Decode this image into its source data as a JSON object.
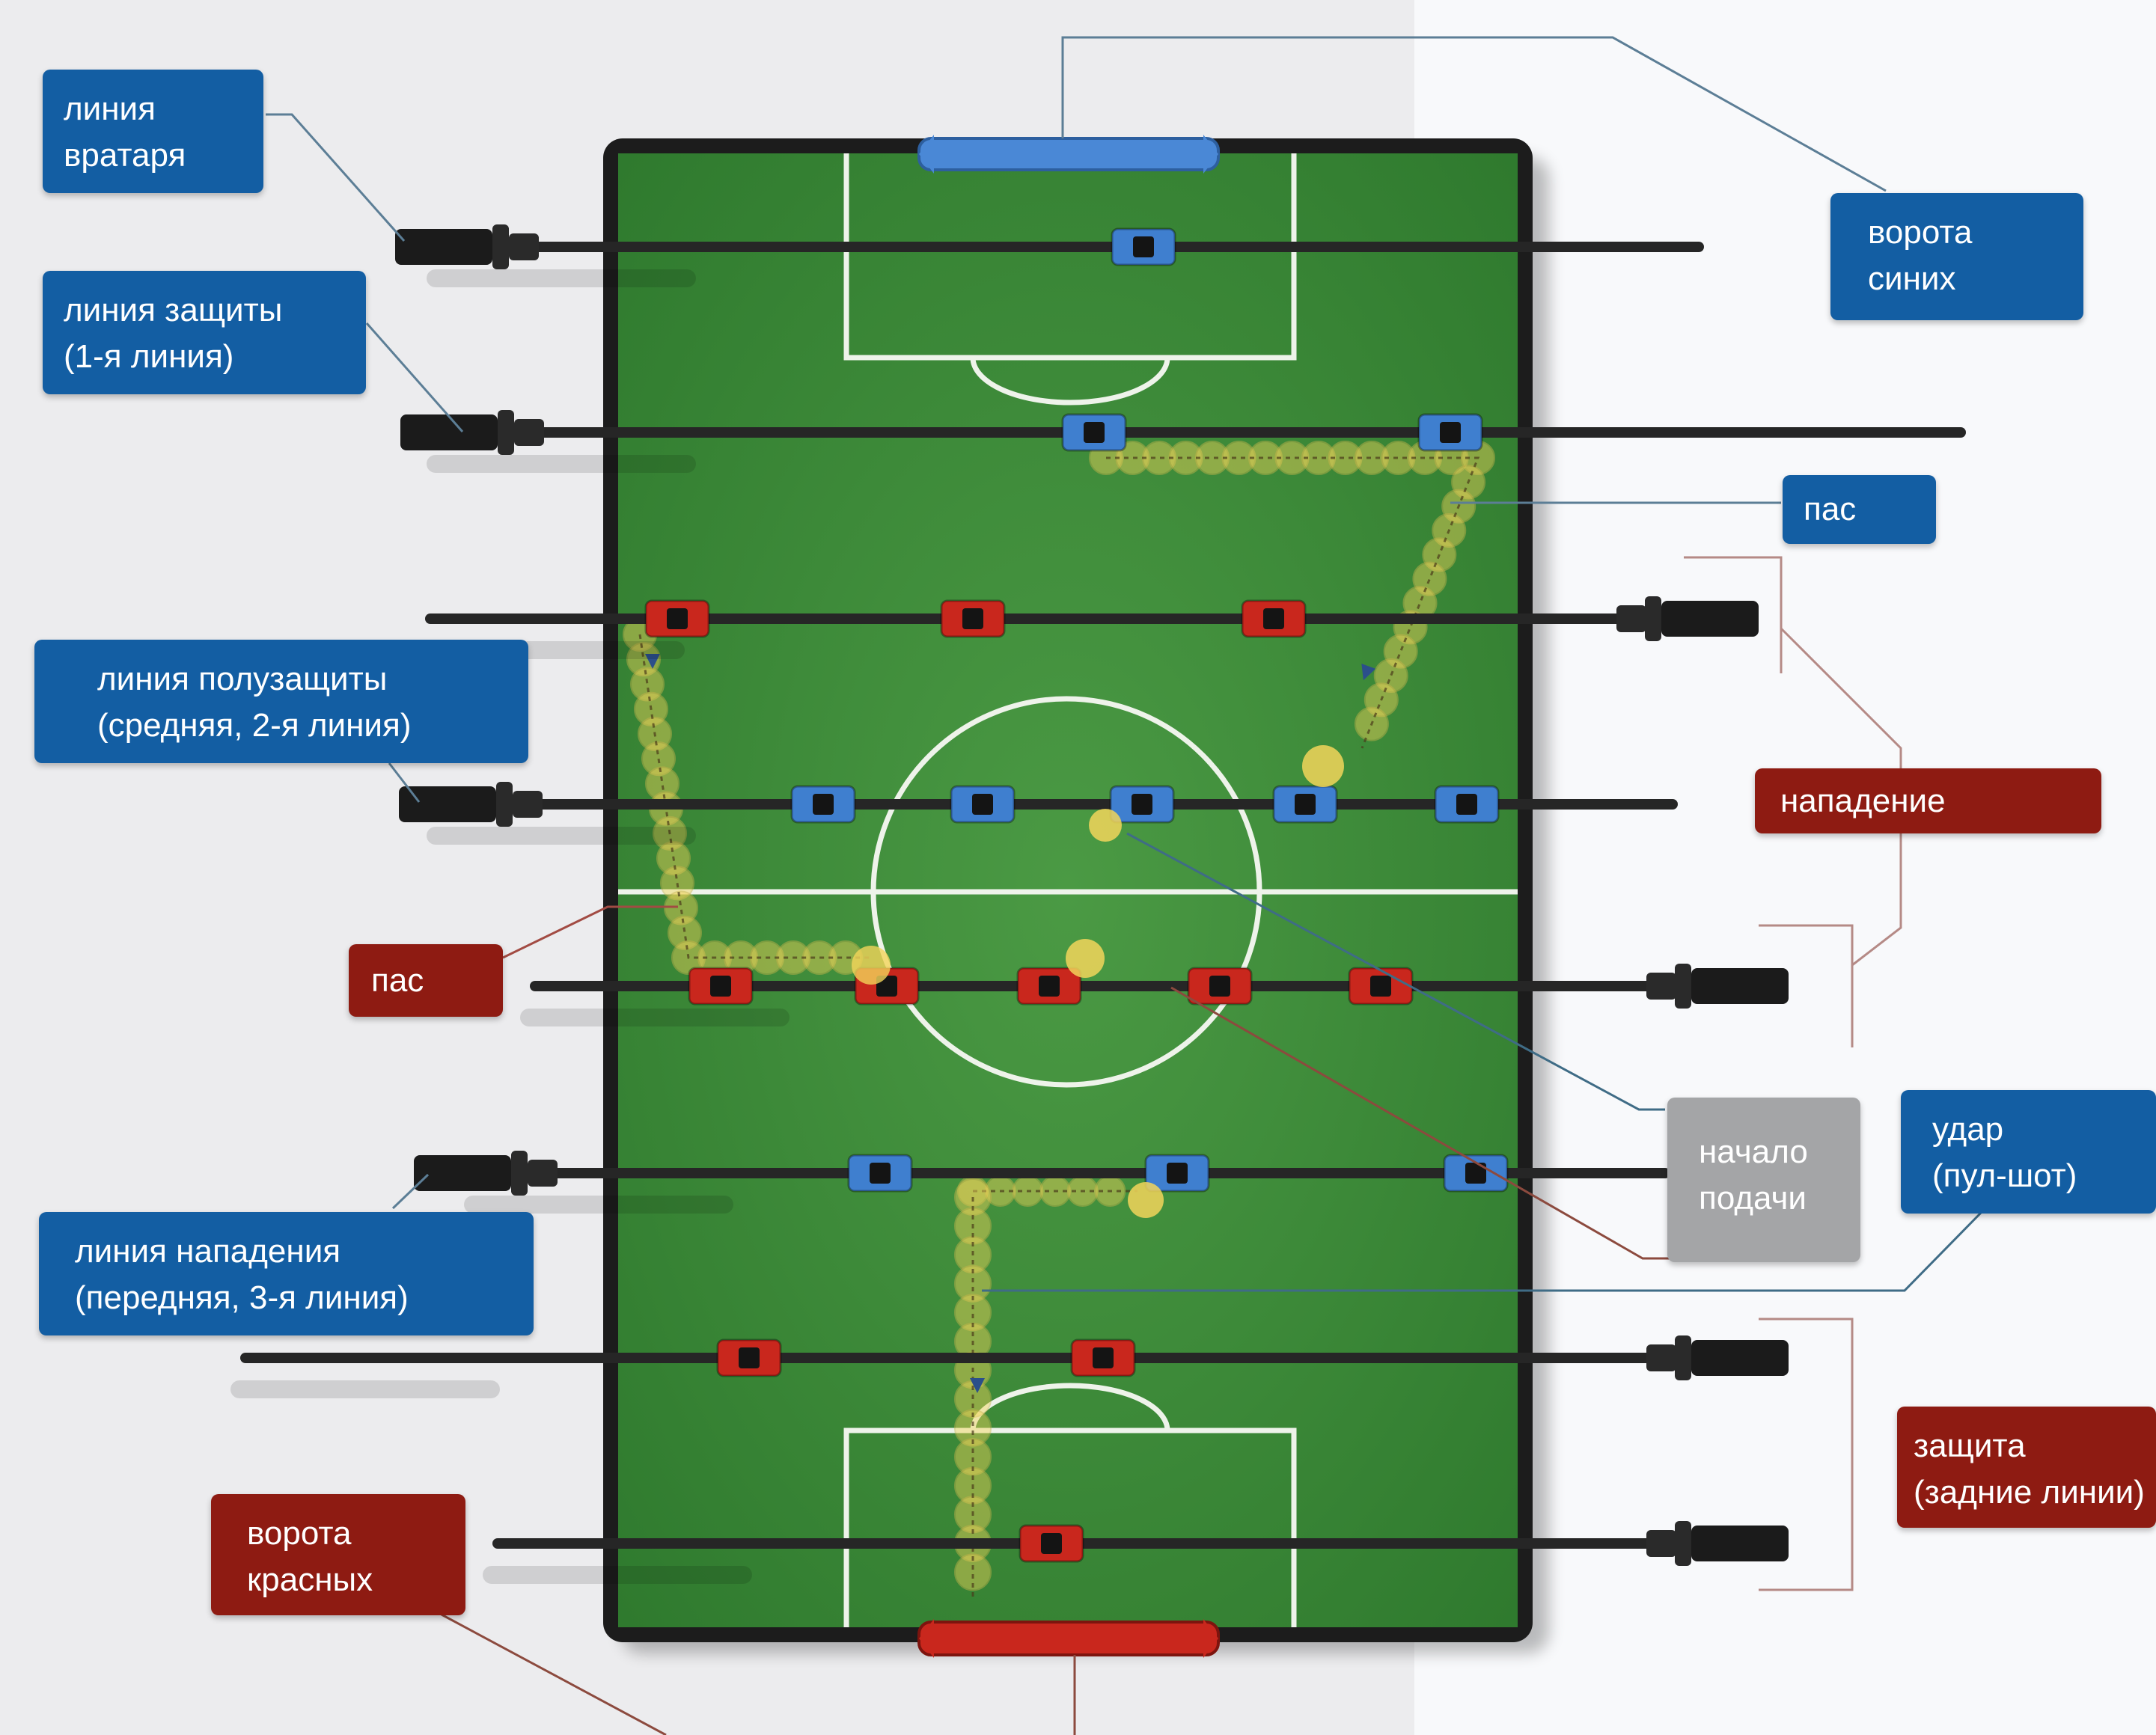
{
  "colors": {
    "blue_team": "#3f7fcf",
    "red_team": "#c9271d",
    "field": "#3d8a3a",
    "table_frame": "#1c1c1c",
    "blue_label": "#135ea3",
    "red_label": "#8e1b12",
    "gray_label": "#a4a5a7",
    "ball": "#f2d55a"
  },
  "labels": {
    "goalkeeper_line": "линия\nвратаря",
    "defense_line": "линия защиты\n(1-я линия)",
    "midfield_line": "линия полузащиты\n(средняя, 2-я линия)",
    "attack_line": "линия нападения\n(передняя, 3-я линия)",
    "blue_goal": "ворота\nсиних",
    "blue_pass": "пас",
    "attack": "нападение",
    "kickoff": "начало\nподачи",
    "shot": "удар\n(пул-шот)",
    "defense": "защита\n(задние линии)",
    "red_pass": "пас",
    "red_goal": "ворота\nкрасных"
  },
  "icons": {
    "rod_handle": "rod-handle-icon",
    "player_figure": "player-figure-icon",
    "ball": "ball-icon",
    "arrow": "arrow-icon"
  }
}
